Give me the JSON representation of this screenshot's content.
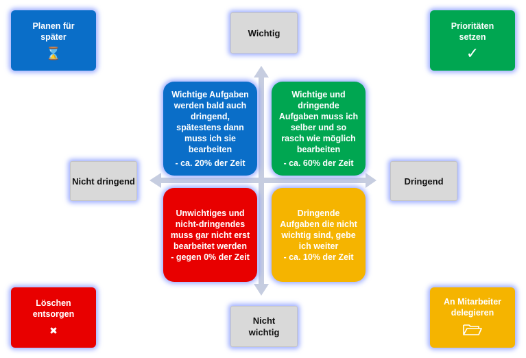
{
  "colors": {
    "blue": "#0a6ec8",
    "green": "#00a651",
    "red": "#e80000",
    "orange": "#f5b400",
    "gray_box": "#d9d9d9",
    "arrow": "#c6cde0"
  },
  "axis_labels": {
    "top": "Wichtig",
    "bottom": "Nicht wichtig",
    "left": "Nicht dringend",
    "right": "Dringend"
  },
  "corners": {
    "top_left": {
      "text": "Planen für später",
      "icon": "hourglass-icon",
      "glyph": "⌛"
    },
    "top_right": {
      "text": "Prioritäten setzen",
      "icon": "checkmark-icon",
      "glyph": "✓"
    },
    "bottom_left": {
      "text": "Löschen entsorgen",
      "icon": "x-icon",
      "glyph": "✖"
    },
    "bottom_right": {
      "text": "An Mitarbeiter delegieren",
      "icon": "folder-icon",
      "glyph": "🗀"
    }
  },
  "quadrants": {
    "top_left": {
      "text": "Wichtige Aufgaben werden bald auch dringend, spätestens dann muss ich sie bearbeiten",
      "share": "- ca. 20% der Zeit"
    },
    "top_right": {
      "text": "Wichtige und dringende Aufgaben muss ich selber und so rasch wie möglich bearbeiten",
      "share": "- ca. 60% der Zeit"
    },
    "bottom_left": {
      "text": "Unwichtiges und nicht-dringendes muss gar nicht erst bearbeitet werden",
      "share": "- gegen 0% der Zeit"
    },
    "bottom_right": {
      "text": "Dringende Aufgaben die nicht wichtig sind, gebe ich weiter",
      "share": "- ca. 10% der Zeit"
    }
  }
}
